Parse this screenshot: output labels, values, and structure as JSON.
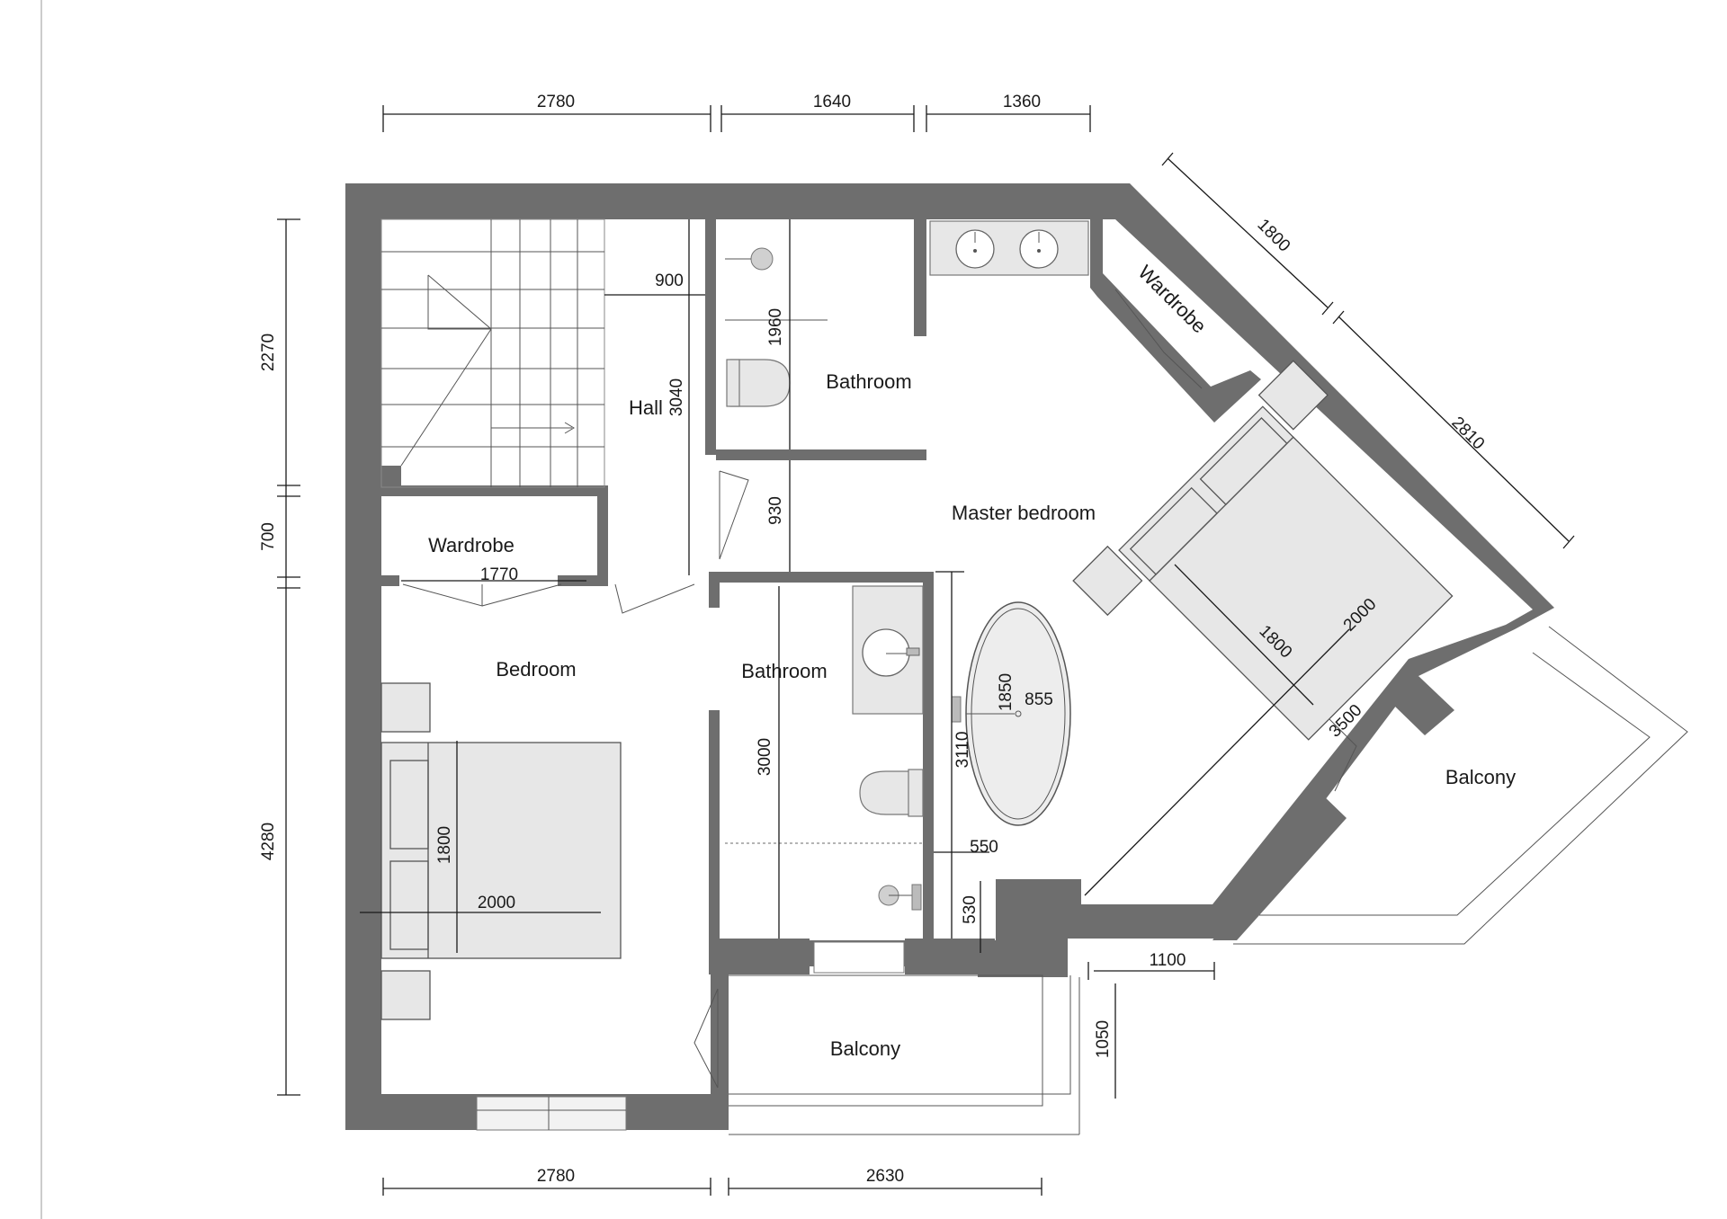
{
  "rooms": {
    "hall": "Hall",
    "bathroom_top": "Bathroom",
    "master_bedroom": "Master bedroom",
    "wardrobe_top": "Wardrobe",
    "wardrobe_left": "Wardrobe",
    "bedroom": "Bedroom",
    "bathroom_mid": "Bathroom",
    "balcony_bottom": "Balcony",
    "balcony_right": "Balcony"
  },
  "dimensions": {
    "top_1": "2780",
    "top_2": "1640",
    "top_3": "1360",
    "diag_1": "1800",
    "diag_2": "2810",
    "left_1": "2270",
    "left_2": "700",
    "left_3": "4280",
    "stair_900": "900",
    "hall_3040": "3040",
    "bath_1960": "1960",
    "corr_930": "930",
    "ward_1770": "1770",
    "bath_3000": "3000",
    "tub_3110": "3110",
    "tub_1850": "1850",
    "tub_855": "855",
    "gap_550": "550",
    "gap_530": "530",
    "bed_1800": "1800",
    "bed_2000": "2000",
    "master_bed_1800": "1800",
    "master_bed_2000": "2000",
    "master_3500": "3500",
    "ext_1100": "1100",
    "ext_1050": "1050",
    "bottom_1": "2780",
    "bottom_2": "2630"
  }
}
